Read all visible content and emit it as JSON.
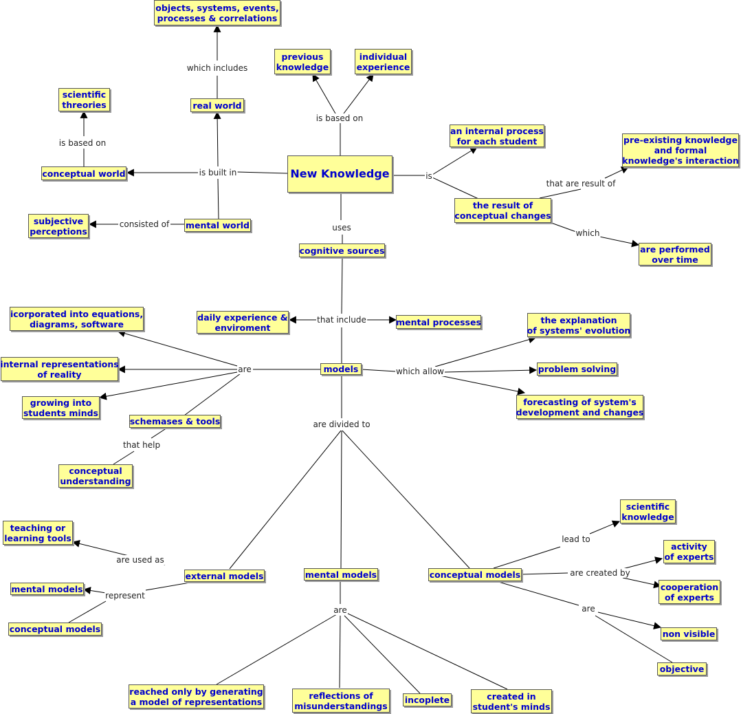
{
  "concept_map": {
    "nodes": [
      {
        "id": "new_knowledge",
        "text": "New Knowledge"
      },
      {
        "id": "objects",
        "text": "objects, systems, events,\nprocesses & correlations"
      },
      {
        "id": "prev_knowledge",
        "text": "previous\nknowledge"
      },
      {
        "id": "indiv_exp",
        "text": "individual\nexperience"
      },
      {
        "id": "sci_theories",
        "text": "scientific\nthreories"
      },
      {
        "id": "real_world",
        "text": "real world"
      },
      {
        "id": "internal_process",
        "text": "an internal process\nfor each student"
      },
      {
        "id": "preexisting",
        "text": "pre-existing knowledge\nand formal\nknowledge's interaction"
      },
      {
        "id": "conceptual_world",
        "text": "conceptual world"
      },
      {
        "id": "result_changes",
        "text": "the result of\nconceptual changes"
      },
      {
        "id": "subjective",
        "text": "subjective\nperceptions"
      },
      {
        "id": "mental_world",
        "text": "mental world"
      },
      {
        "id": "cognitive_sources",
        "text": "cognitive sources"
      },
      {
        "id": "performed_time",
        "text": "are performed\nover time"
      },
      {
        "id": "equations",
        "text": "icorporated into equations,\ndiagrams, software"
      },
      {
        "id": "daily_exp",
        "text": "daily experience &\nenviroment"
      },
      {
        "id": "mental_processes",
        "text": "mental processes"
      },
      {
        "id": "explanation",
        "text": "the explanation\nof systems' evolution"
      },
      {
        "id": "internal_repr",
        "text": "internal representations\nof reality"
      },
      {
        "id": "models",
        "text": "models"
      },
      {
        "id": "problem_solving",
        "text": "problem solving"
      },
      {
        "id": "growing",
        "text": "growing into\nstudents minds"
      },
      {
        "id": "forecasting",
        "text": "forecasting of system's\ndevelopment and changes"
      },
      {
        "id": "schemases",
        "text": "schemases & tools"
      },
      {
        "id": "concept_underst",
        "text": "conceptual\nunderstanding"
      },
      {
        "id": "sci_knowledge",
        "text": "scientific\nknowledge"
      },
      {
        "id": "teaching_tools",
        "text": "teaching or\nlearning tools"
      },
      {
        "id": "activity_experts",
        "text": "activity\nof experts"
      },
      {
        "id": "external_models",
        "text": "external models"
      },
      {
        "id": "mental_models",
        "text": "mental models"
      },
      {
        "id": "conceptual_models",
        "text": "conceptual models"
      },
      {
        "id": "mental_models_2",
        "text": "mental models"
      },
      {
        "id": "coop_experts",
        "text": "cooperation\nof experts"
      },
      {
        "id": "conceptual_models_2",
        "text": "conceptual models"
      },
      {
        "id": "non_visible",
        "text": "non visible"
      },
      {
        "id": "objective",
        "text": "objective"
      },
      {
        "id": "reached_only",
        "text": "reached only by generating\na model of representations"
      },
      {
        "id": "reflections",
        "text": "reflections of\nmisunderstandings"
      },
      {
        "id": "incoplete",
        "text": "incoplete"
      },
      {
        "id": "created_in",
        "text": "created in\nstudent's minds"
      }
    ],
    "linking_phrases": [
      {
        "id": "which_includes",
        "text": "which includes"
      },
      {
        "id": "is_based_on_1",
        "text": "is based on"
      },
      {
        "id": "is_based_on_2",
        "text": "is based on"
      },
      {
        "id": "is_built_in",
        "text": "is built in"
      },
      {
        "id": "is",
        "text": "is"
      },
      {
        "id": "that_are_result_of",
        "text": "that are result of"
      },
      {
        "id": "consisted_of",
        "text": "consisted of"
      },
      {
        "id": "uses",
        "text": "uses"
      },
      {
        "id": "which",
        "text": "which"
      },
      {
        "id": "that_include",
        "text": "that include"
      },
      {
        "id": "are_1",
        "text": "are"
      },
      {
        "id": "which_allow",
        "text": "which allow"
      },
      {
        "id": "are_divided_to",
        "text": "are divided to"
      },
      {
        "id": "that_help",
        "text": "that help"
      },
      {
        "id": "lead_to",
        "text": "lead to"
      },
      {
        "id": "are_used_as",
        "text": "are used as"
      },
      {
        "id": "are_created_by",
        "text": "are created by"
      },
      {
        "id": "represent",
        "text": "represent"
      },
      {
        "id": "are_2",
        "text": "are"
      },
      {
        "id": "are_3",
        "text": "are"
      }
    ]
  }
}
